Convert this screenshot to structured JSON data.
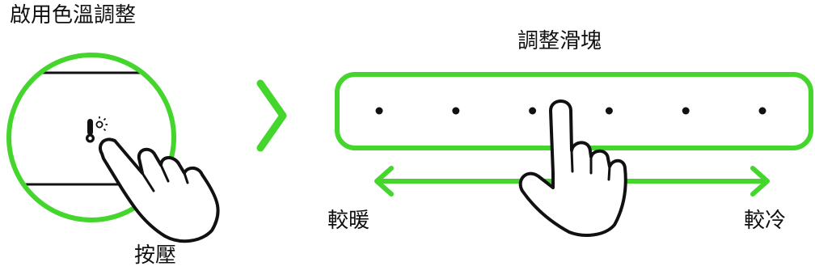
{
  "step1": {
    "title": "啟用色溫調整",
    "press_label": "按壓",
    "icon": "thermometer-sun-icon"
  },
  "step2": {
    "title": "調整滑塊",
    "warmer_label": "較暖",
    "cooler_label": "較冷",
    "stop_count": 6
  },
  "colors": {
    "accent": "#44d62c",
    "ink": "#111111"
  }
}
